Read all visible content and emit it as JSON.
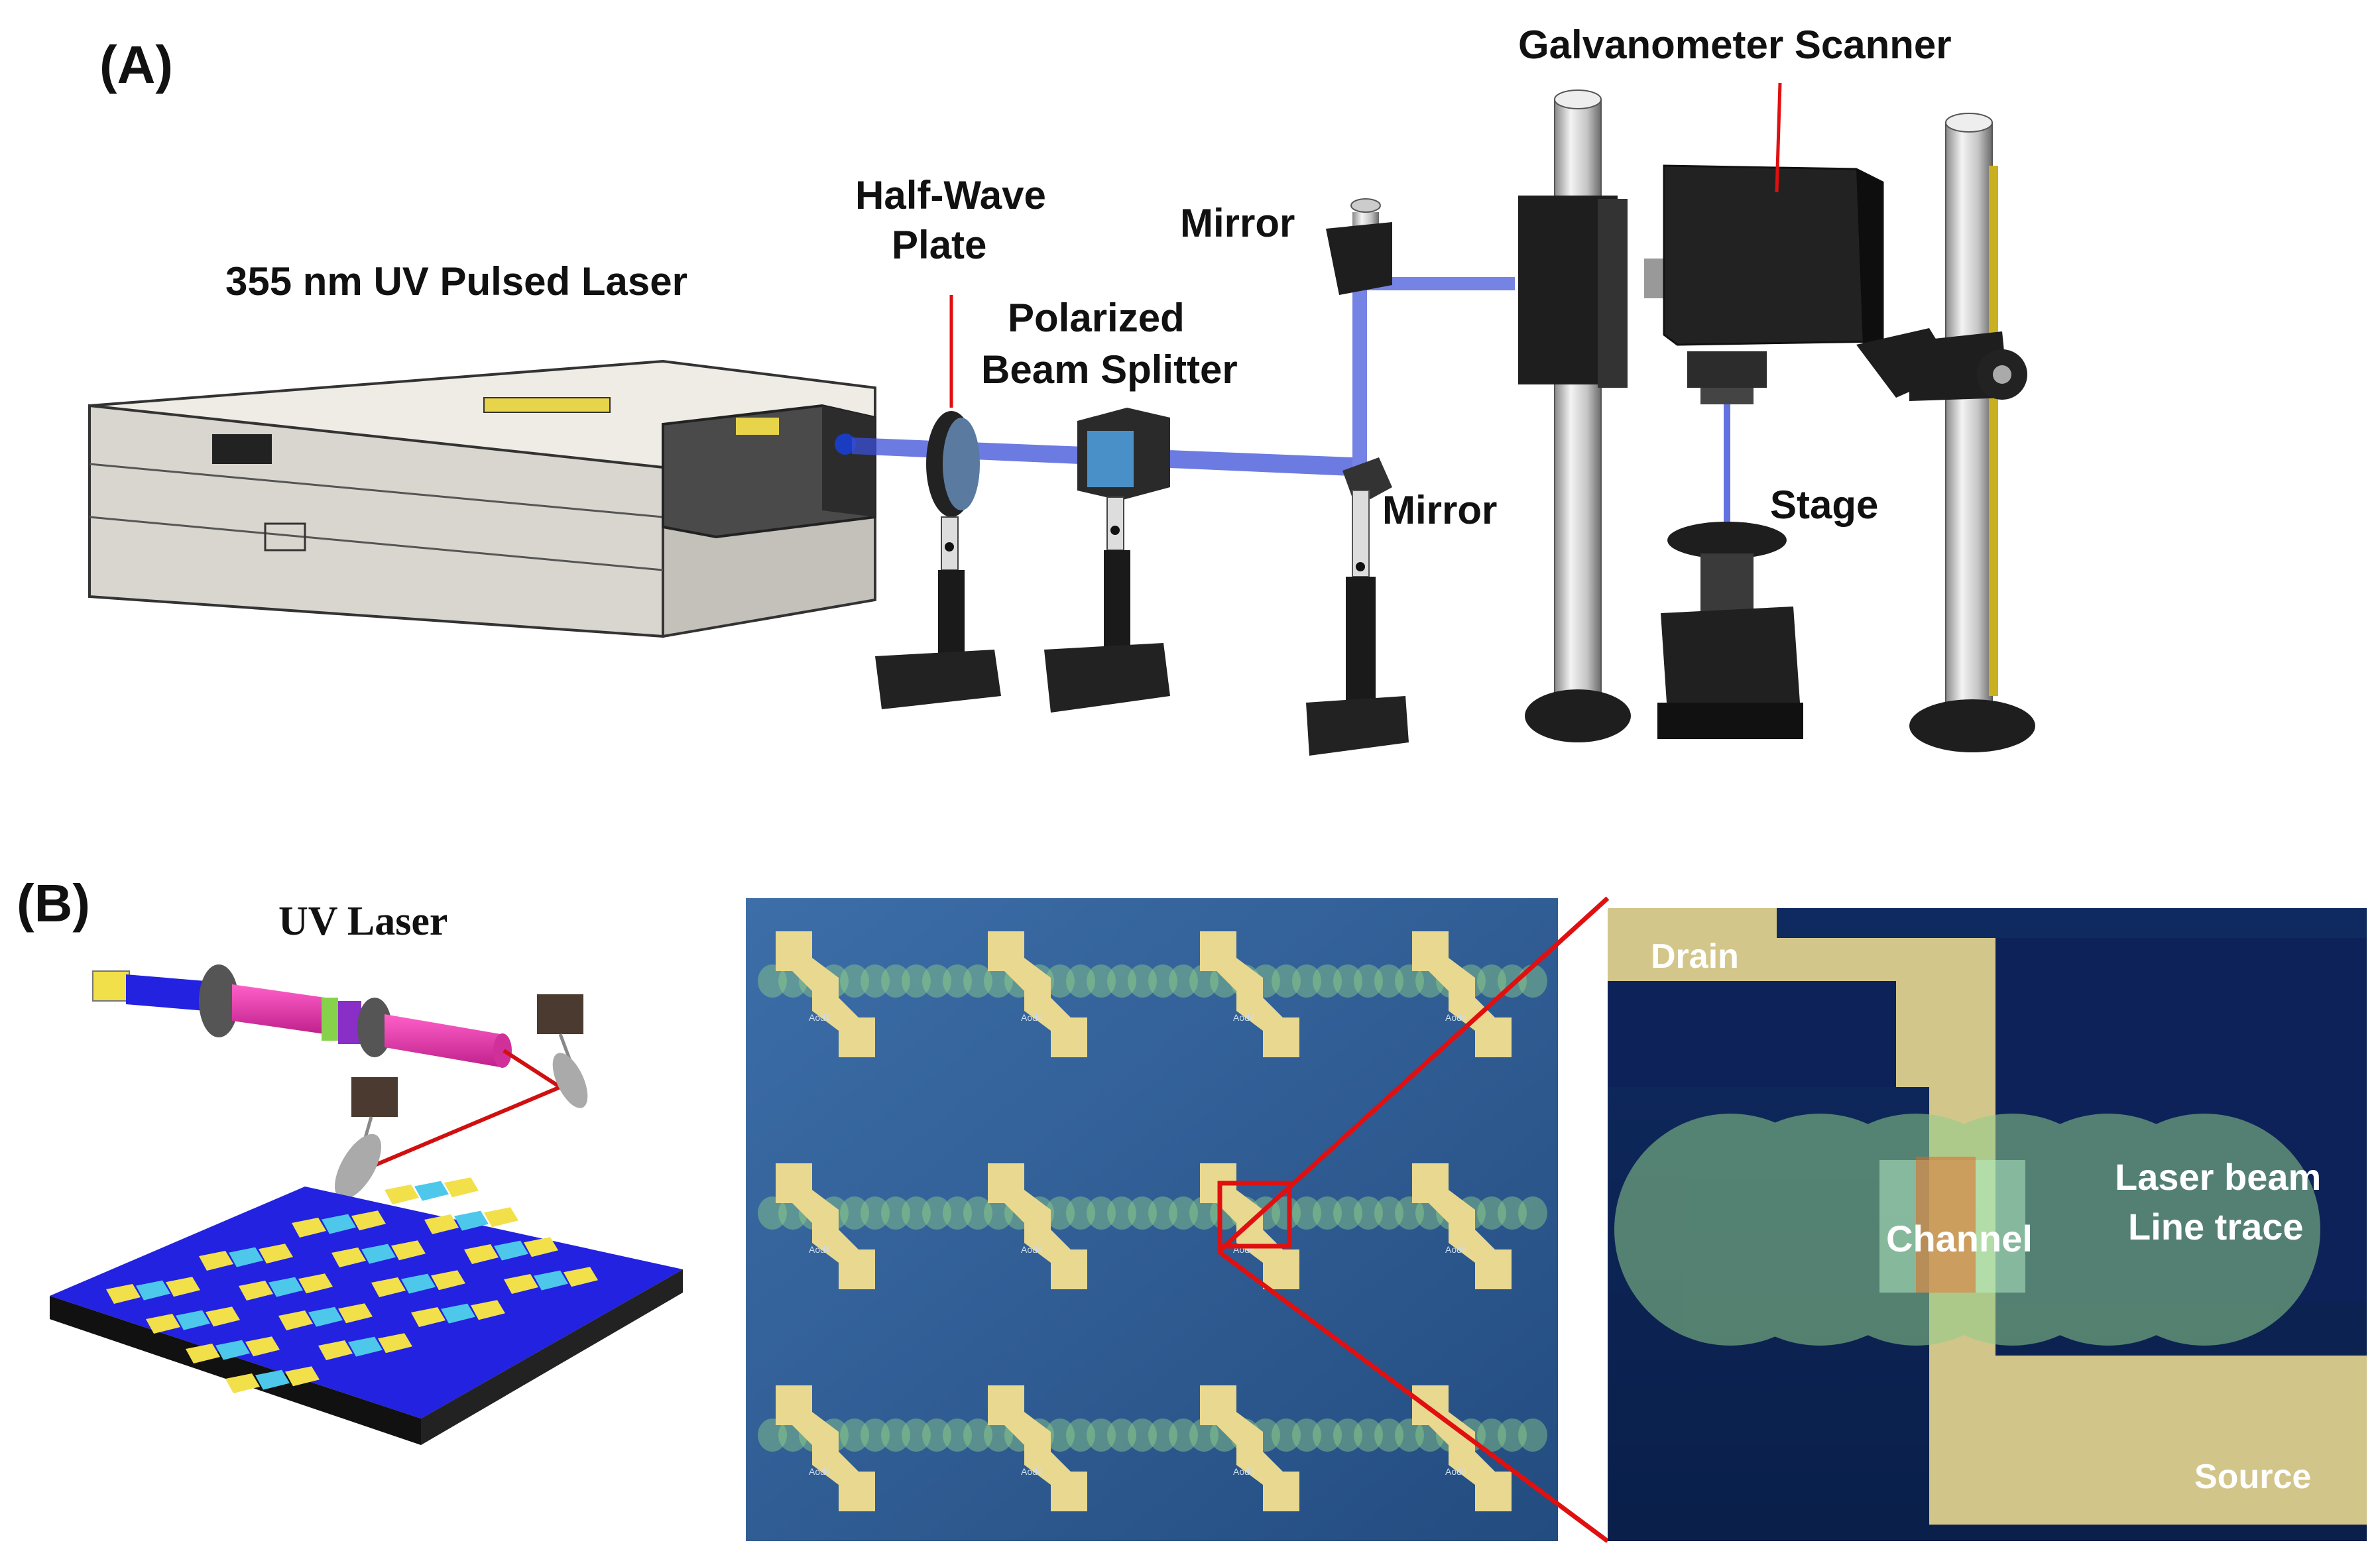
{
  "panel_a": {
    "tag": "(A)",
    "labels": {
      "laser": "355 nm UV Pulsed Laser",
      "half_wave_1": "Half-Wave",
      "half_wave_2": "Plate",
      "pbs_1": "Polarized",
      "pbs_2": "Beam Splitter",
      "mirror_top": "Mirror",
      "mirror_bottom": "Mirror",
      "galvo": "Galvanometer Scanner",
      "stage": "Stage"
    }
  },
  "panel_b": {
    "tag": "(B)",
    "uv_laser": "UV Laser",
    "chip_labels": [
      "Aod4",
      "Aod4",
      "Aod4",
      "Aod4",
      "Aod4",
      "Aod4",
      "Aod4",
      "Aod4",
      "Aod4",
      "Aod4",
      "Aod4",
      "Aod4"
    ],
    "zoom_labels": {
      "drain": "Drain",
      "channel": "Channel",
      "trace_1": "Laser beam",
      "trace_2": "Line trace",
      "source": "Source"
    }
  },
  "colors": {
    "beam": "#3b4fd8",
    "laser_body": "#dcd8d2",
    "chip_bg": "#2f5f9a",
    "zoom_bg": "#10285a",
    "electrode": "#e8d890",
    "spot": "#8fce8a",
    "callout": "#e01010",
    "substrate_blue": "#2222e0",
    "pad_yellow": "#f2e04a",
    "channel_cyan": "#4ec8ea"
  }
}
